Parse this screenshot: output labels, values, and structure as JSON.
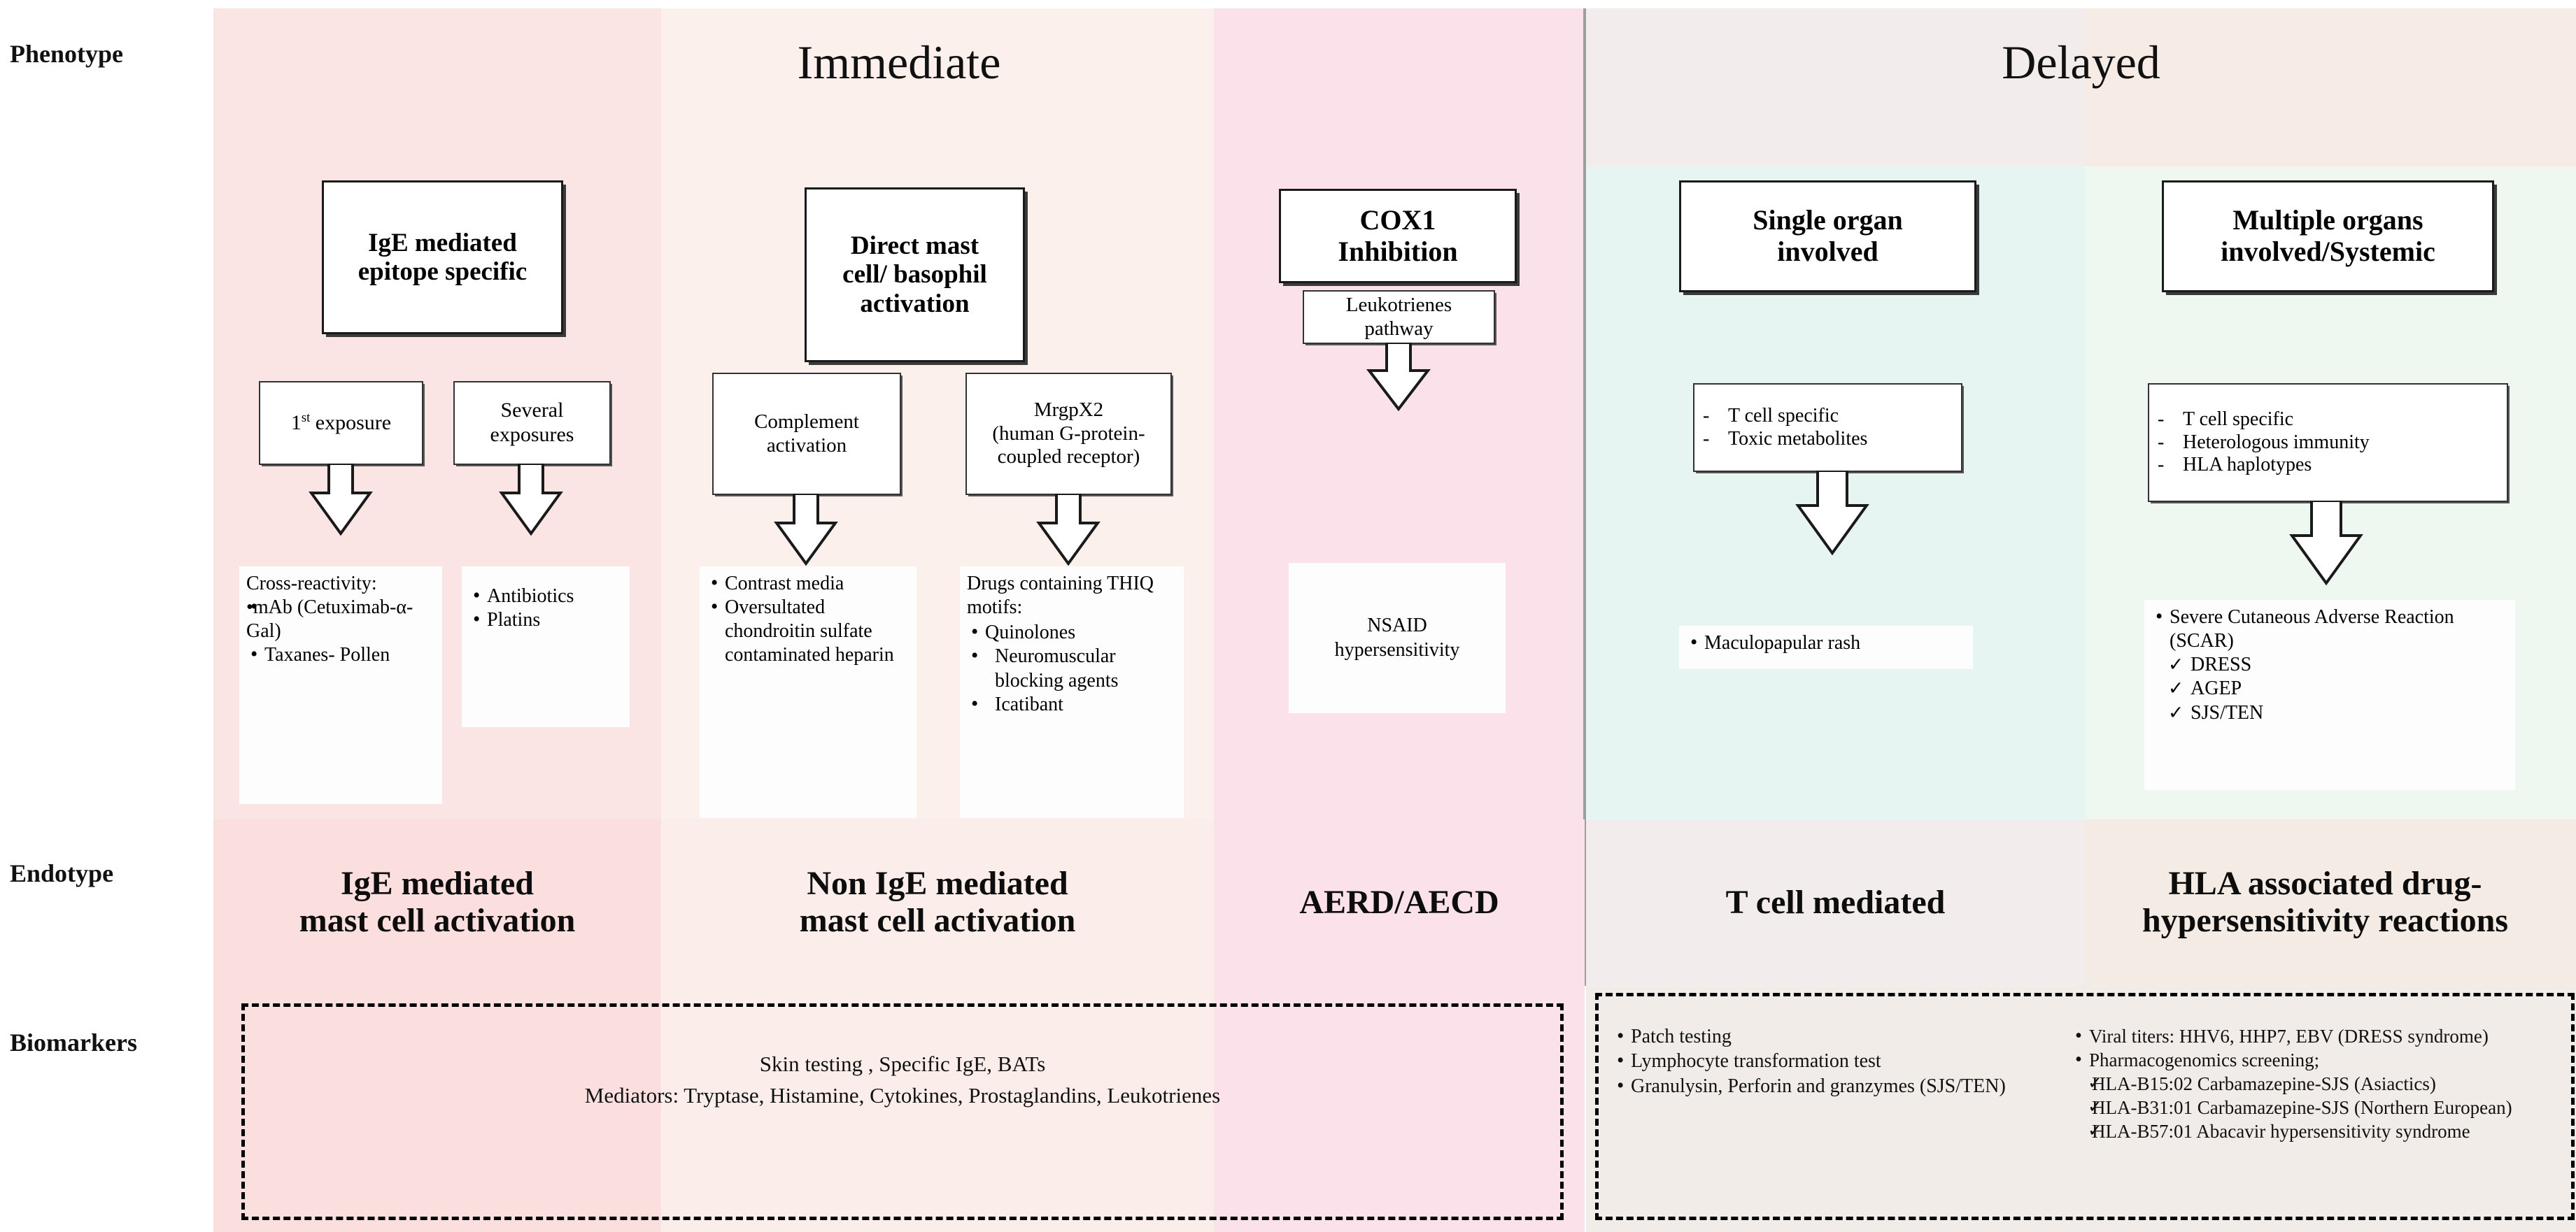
{
  "colors": {
    "immediate_band_1": "#fbe4e4",
    "immediate_band_2": "#fbf0ec",
    "immediate_band_3": "#fbe4ea",
    "delayed_band_1": "#f2ecec",
    "delayed_band_2": "#f6ece5",
    "delayed_body_teal": "#e6f5f2",
    "delayed_body_green": "#eef7f0",
    "endotype_pink_1": "#fbdede",
    "endotype_pink_2": "#fbeeea",
    "endotype_pink_3": "#fbe2ea",
    "endotype_grey": "#f2ecec",
    "endotype_beige": "#f4ece4",
    "biomarker_pink_1": "#fbdede",
    "biomarker_pink_2": "#fbeeea",
    "biomarker_pink_3": "#fbe2ea",
    "biomarker_grey": "#f2ecec",
    "biomarker_beige": "#f2ece8",
    "divider": "#9aa0a0"
  },
  "row_labels": {
    "phenotype": "Phenotype",
    "endotype": "Endotype",
    "biomarkers": "Biomarkers"
  },
  "phenotype_headers": {
    "immediate": "Immediate",
    "delayed": "Delayed"
  },
  "columns": [
    {
      "id": "ige-mediated",
      "title": "IgE mediated\nepitope specific",
      "title_line1": "IgE mediated",
      "title_line2": "epitope specific",
      "mechanisms": [
        {
          "label_pre": "1",
          "label_sup": "st",
          "label_post": " exposure"
        },
        {
          "label_line1": "Several",
          "label_line2": "exposures"
        }
      ],
      "outcomes_left": {
        "header": "Cross-reactivity:",
        "items": [
          "mAb (Cetuximab-α-Gal)",
          "Taxanes- Pollen"
        ]
      },
      "outcomes_right": {
        "items": [
          "Antibiotics",
          "Platins"
        ]
      },
      "endotype_line1": "IgE mediated",
      "endotype_line2": "mast cell activation"
    },
    {
      "id": "direct-mast-cell",
      "title_line1": "Direct mast",
      "title_line2": "cell/ basophil",
      "title_line3": "activation",
      "mechanism_left_line1": "Complement",
      "mechanism_left_line2": "activation",
      "mechanism_right_line1": "MrgpX2",
      "mechanism_right_line2": "(human G-protein-",
      "mechanism_right_line3": "coupled receptor)",
      "outcomes_left": {
        "items": [
          "Contrast media",
          "Oversultated chondroitin sulfate contaminated heparin"
        ]
      },
      "outcomes_right": {
        "header": "Drugs containing THIQ motifs:",
        "items": [
          "Quinolones",
          "Neuromuscular blocking agents",
          "Icatibant"
        ]
      },
      "endotype_line1": "Non IgE mediated",
      "endotype_line2": "mast cell activation"
    },
    {
      "id": "cox1-inhibition",
      "title_line1": "COX1",
      "title_line2": "Inhibition",
      "mechanism_line1": "Leukotrienes",
      "mechanism_line2": "pathway",
      "outcome_line1": "NSAID",
      "outcome_line2": "hypersensitivity",
      "endotype_line1": "AERD/AECD"
    },
    {
      "id": "single-organ",
      "title_line1": "Single organ",
      "title_line2": "involved",
      "mechanism_items": [
        "T cell specific",
        "Toxic metabolites"
      ],
      "outcome_items": [
        "Maculopapular rash"
      ],
      "endotype_line1": "T cell mediated"
    },
    {
      "id": "multiple-organs",
      "title_line1": "Multiple organs",
      "title_line2": "involved/Systemic",
      "mechanism_items": [
        "T cell specific",
        "Heterologous immunity",
        "HLA haplotypes"
      ],
      "outcome_header": "Severe Cutaneous Adverse Reaction (SCAR)",
      "outcome_subitems": [
        "DRESS",
        "AGEP",
        "SJS/TEN"
      ],
      "endotype_line1": "HLA associated drug-",
      "endotype_line2": "hypersensitivity reactions"
    }
  ],
  "biomarkers": {
    "immediate": {
      "line1": "Skin testing , Specific IgE, BATs",
      "line2": "Mediators: Tryptase, Histamine, Cytokines, Prostaglandins, Leukotrienes"
    },
    "delayed_left": {
      "items": [
        "Patch testing",
        "Lymphocyte transformation test",
        "Granulysin, Perforin and granzymes (SJS/TEN)"
      ]
    },
    "delayed_right": {
      "bullets": [
        "Viral titers: HHV6, HHP7, EBV  (DRESS syndrome)",
        "Pharmacogenomics screening;"
      ],
      "checks": [
        "HLA-B15:02 Carbamazepine-SJS (Asiactics)",
        "HLA-B31:01 Carbamazepine-SJS (Northern European)",
        "HLA-B57:01 Abacavir hypersensitivity syndrome"
      ]
    }
  }
}
